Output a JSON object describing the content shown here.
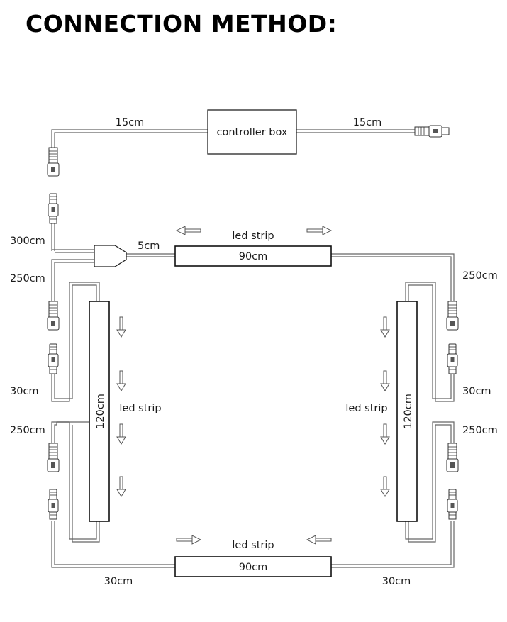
{
  "title": "CONNECTION METHOD:",
  "controller": {
    "label": "controller box",
    "left_cable": "15cm",
    "right_cable": "15cm"
  },
  "main_cable": "300cm",
  "splitter_cable": "5cm",
  "strips": {
    "top": {
      "label": "led strip",
      "length": "90cm"
    },
    "left": {
      "label": "led strip",
      "length": "120cm"
    },
    "right": {
      "label": "led strip",
      "length": "120cm"
    },
    "bottom": {
      "label": "led strip",
      "length": "90cm"
    }
  },
  "cables": {
    "left_upper_ext": "250cm",
    "left_upper_lead": "30cm",
    "left_lower_ext": "250cm",
    "right_upper_ext": "250cm",
    "right_upper_lead": "30cm",
    "right_lower_ext": "250cm",
    "bottom_left": "30cm",
    "bottom_right": "30cm"
  }
}
